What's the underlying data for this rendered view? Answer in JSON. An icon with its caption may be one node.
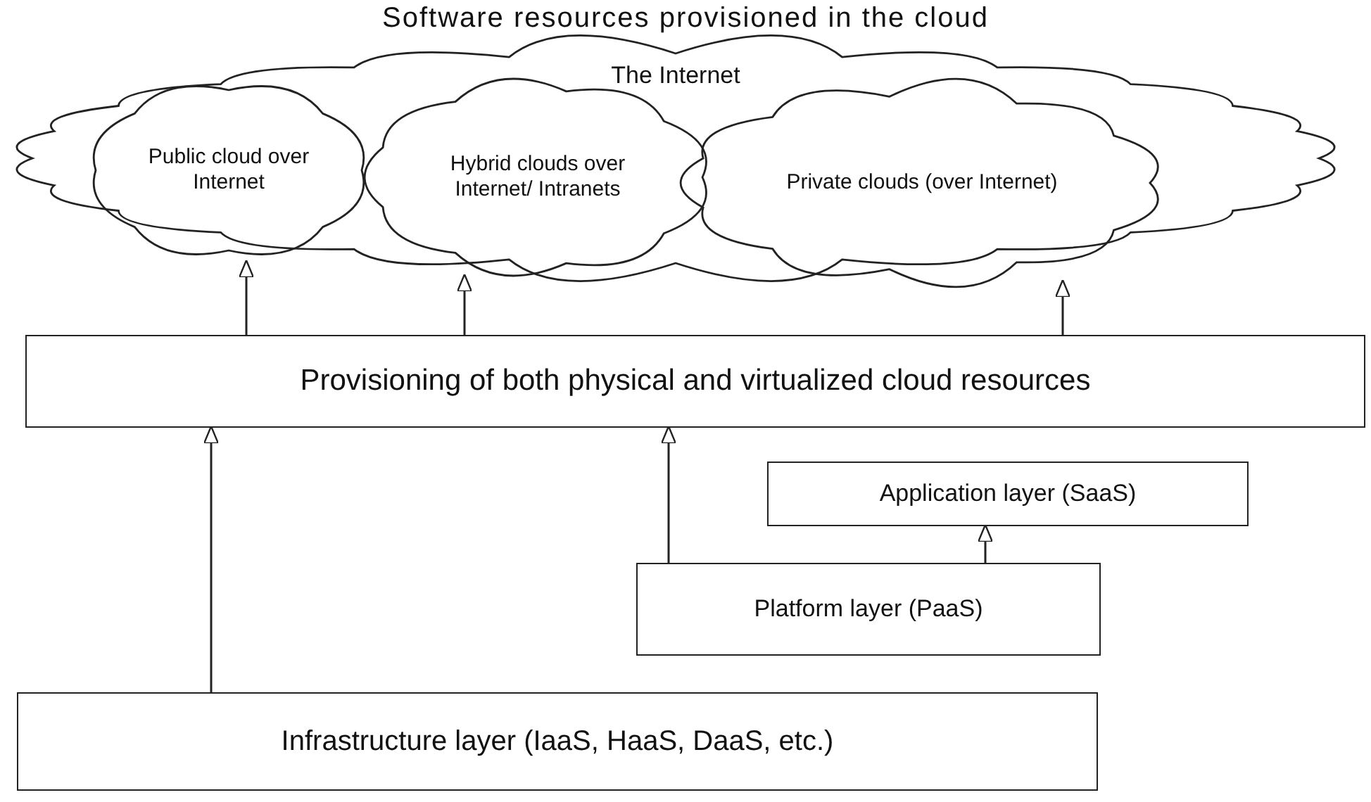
{
  "diagram": {
    "title": "Software resources provisioned in the cloud",
    "nodes": [
      {
        "text": [
          "The Internet"
        ]
      },
      {
        "text": [
          "Public cloud over Internet"
        ],
        "in": 0
      },
      {
        "text": [
          "Hybrid clouds over Internet/ Intranets"
        ],
        "in": 0
      },
      {
        "text": [
          "Private clouds (over Internet)"
        ],
        "in": 0
      },
      {
        "text": [
          "Provisioning of both physical and virtualized cloud resources"
        ]
      },
      {
        "text": [
          "Application layer (SaaS)"
        ]
      },
      {
        "text": [
          "Platform layer (PaaS)"
        ]
      },
      {
        "text": [
          "Infrastructure layer (IaaS, HaaS, DaaS, etc.)"
        ]
      }
    ],
    "edges": [
      {
        "from": 4,
        "to": 1,
        "arrow": "to"
      },
      {
        "from": 4,
        "to": 2,
        "arrow": "to"
      },
      {
        "from": 4,
        "to": 3,
        "arrow": "to"
      },
      {
        "from": 7,
        "to": 4,
        "arrow": "to"
      },
      {
        "from": 6,
        "to": 4,
        "arrow": "to"
      },
      {
        "from": 6,
        "to": 5,
        "arrow": "to"
      }
    ]
  }
}
